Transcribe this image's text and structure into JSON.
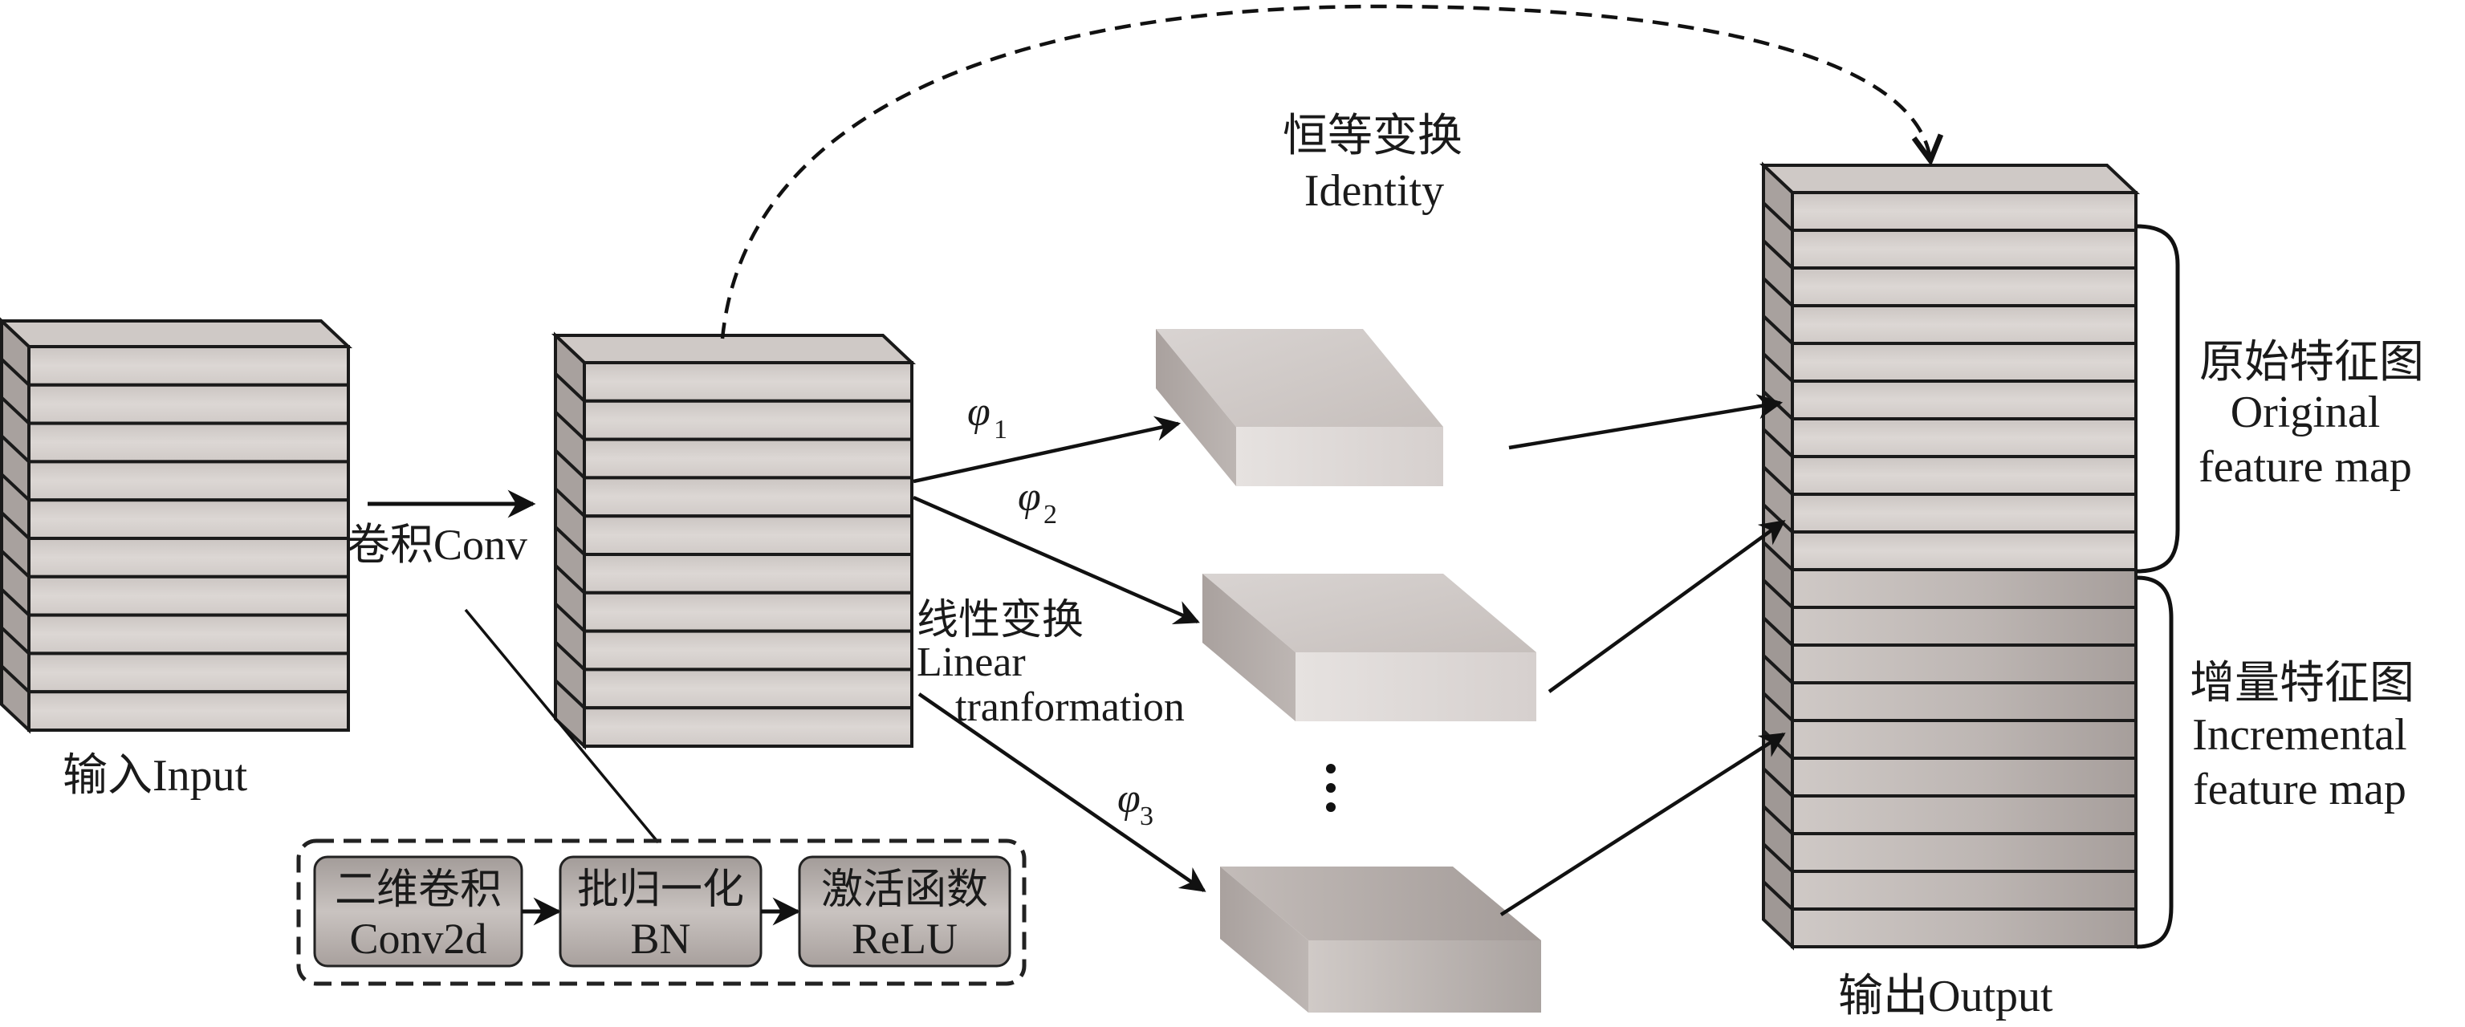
{
  "figure": {
    "title_hidden": "",
    "input": {
      "label": "输入Input",
      "layers": 10
    },
    "conv": {
      "label": "卷积Conv"
    },
    "conv_output": {
      "layers": 10
    },
    "conv_block": {
      "steps": [
        {
          "cn": "二维卷积",
          "en": "Conv2d"
        },
        {
          "cn": "批归一化",
          "en": "BN"
        },
        {
          "cn": "激活函数",
          "en": "ReLU"
        }
      ]
    },
    "identity": {
      "cn": "恒等变换",
      "en": "Identity"
    },
    "linear": {
      "cn": "线性变换",
      "en1": "Linear",
      "en2": "tranformation"
    },
    "phis": [
      {
        "symbol": "φ",
        "sub": "1"
      },
      {
        "symbol": "φ",
        "sub": "2"
      },
      {
        "symbol": "φ",
        "sub": "3"
      }
    ],
    "ellipsis": "⋮",
    "output": {
      "label": "输出Output",
      "original_layers": 10,
      "incremental_layers": 10
    },
    "original_group": {
      "cn": "原始特征图",
      "en1": "Original",
      "en2": "feature map"
    },
    "incremental_group": {
      "cn": "增量特征图",
      "en1": "Incremental",
      "en2": "feature map"
    }
  },
  "colors": {
    "layer_light": "#d8d2cf",
    "layer_side": "#a8a19e",
    "layer_dark": "#b3aba8",
    "outline": "#1a1a1a",
    "slab_light": "#e4dfdd",
    "slab_mid": "#c9c2bf",
    "slab_dark": "#a49c99",
    "block_fill": "#b9b2af"
  }
}
